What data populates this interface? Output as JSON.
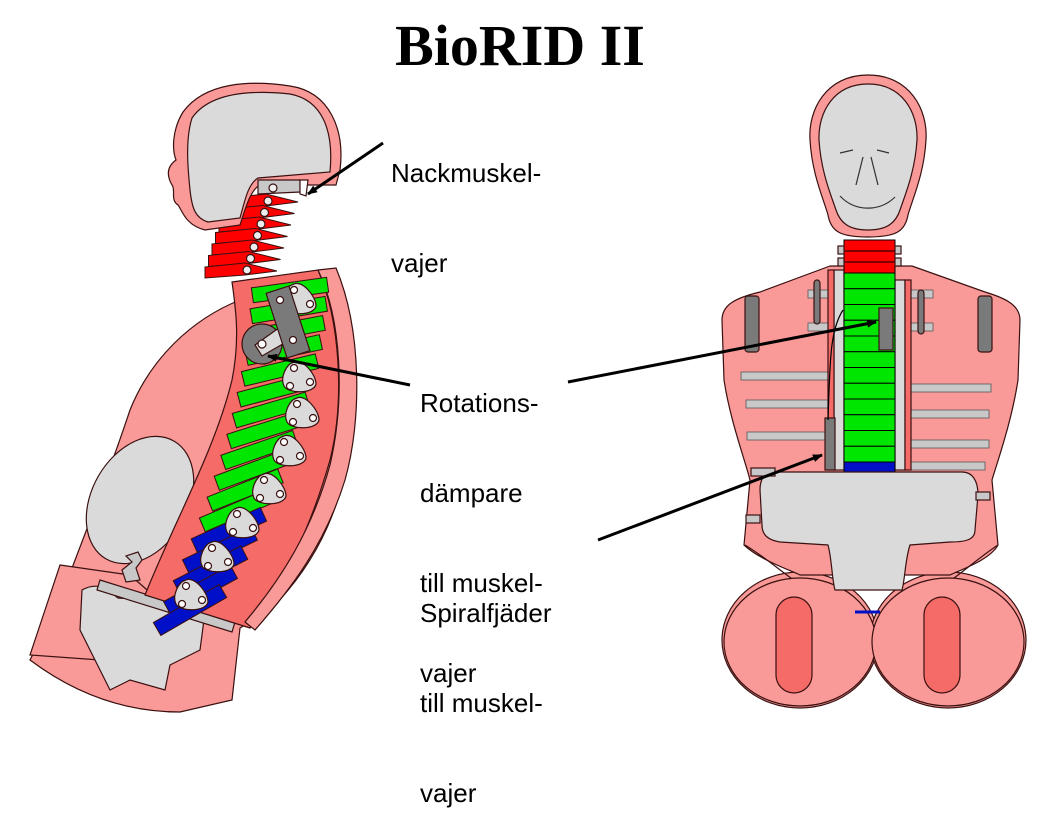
{
  "title": "BioRID II",
  "colors": {
    "skin": "#f99a98",
    "skin_dark": "#f46b67",
    "bone_gray": "#dadada",
    "dark_gray": "#7a7a7a",
    "cervical": "#ff0000",
    "thoracic": "#00e600",
    "lumbar": "#0010c8",
    "outline": "#3a1010",
    "arrow": "#000000"
  },
  "labels": {
    "neck_cable": {
      "lines": [
        "Nackmuskel-",
        "vajer"
      ]
    },
    "rotation_damper": {
      "lines": [
        "Rotations-",
        "dämpare",
        "till muskel-",
        "vajer"
      ]
    },
    "spiral_spring": {
      "lines": [
        "Spiralfjäder",
        "till muskel-",
        "vajer"
      ]
    }
  },
  "views": {
    "left": "side-view",
    "right": "front-view"
  },
  "spine": {
    "cervical_count": 7,
    "thoracic_count": 12,
    "lumbar_count": 5
  }
}
